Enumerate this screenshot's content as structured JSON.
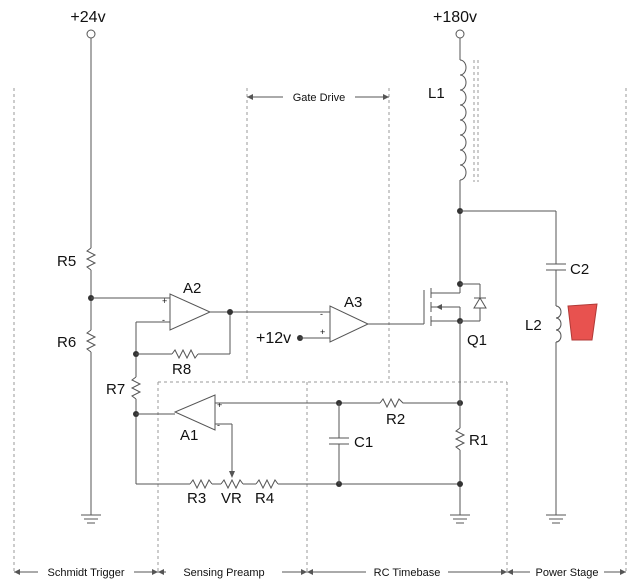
{
  "rails": {
    "v24": "+24v",
    "v180": "+180v",
    "v12": "+12v"
  },
  "sections": {
    "schmidt": "Schmidt Trigger",
    "preamp": "Sensing Preamp",
    "timebase": "RC Timebase",
    "power": "Power Stage",
    "gate": "Gate Drive"
  },
  "components": {
    "R5": "R5",
    "R6": "R6",
    "R7": "R7",
    "R8": "R8",
    "A1": "A1",
    "A2": "A2",
    "A3": "A3",
    "R3": "R3",
    "VR": "VR",
    "R4": "R4",
    "R2": "R2",
    "R1": "R1",
    "C1": "C1",
    "C2": "C2",
    "L1": "L1",
    "L2": "L2",
    "Q1": "Q1"
  },
  "pins": {
    "plus": "+",
    "minus": "-"
  },
  "colors": {
    "wire": "#555555",
    "divider": "#999999",
    "target": "#e8524f"
  }
}
